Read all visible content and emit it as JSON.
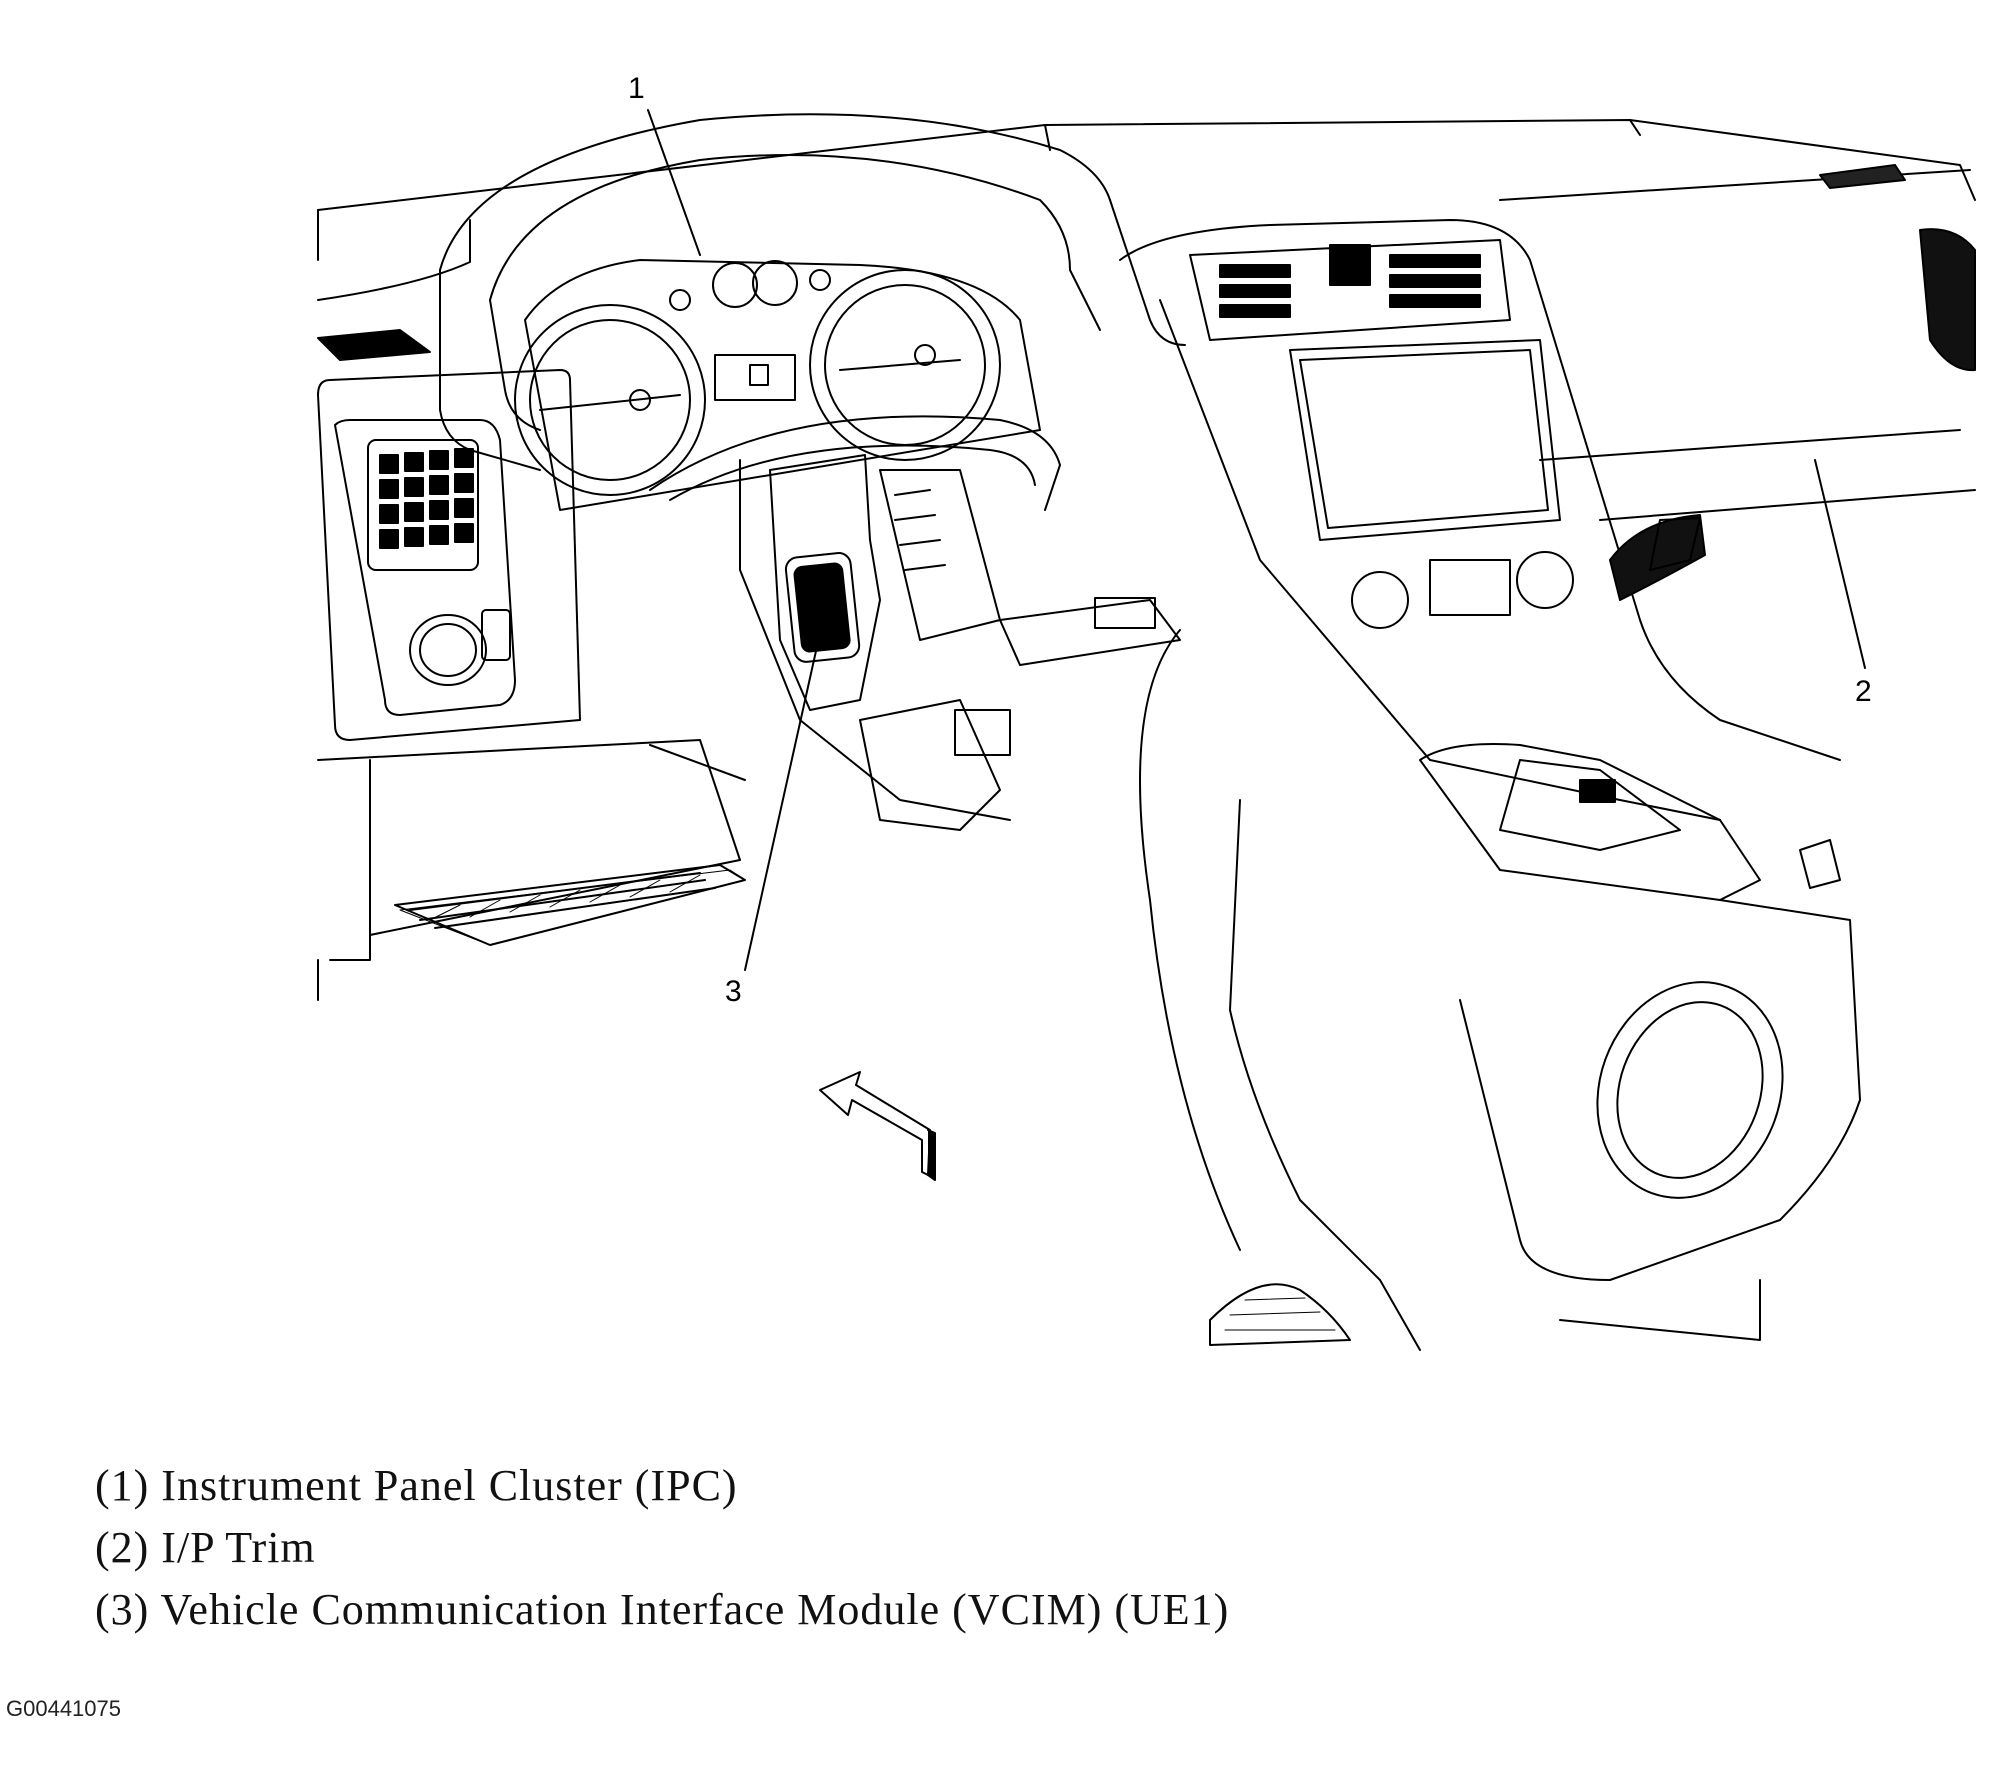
{
  "callouts": [
    {
      "number": "1"
    },
    {
      "number": "2"
    },
    {
      "number": "3"
    }
  ],
  "legend": [
    {
      "text": "(1) Instrument Panel Cluster (IPC)"
    },
    {
      "text": "(2) I/P Trim"
    },
    {
      "text": "(3) Vehicle Communication Interface Module (VCIM) (UE1)"
    }
  ],
  "figure_id": "G00441075",
  "colors": {
    "ink": "#000000",
    "paper": "#ffffff"
  }
}
